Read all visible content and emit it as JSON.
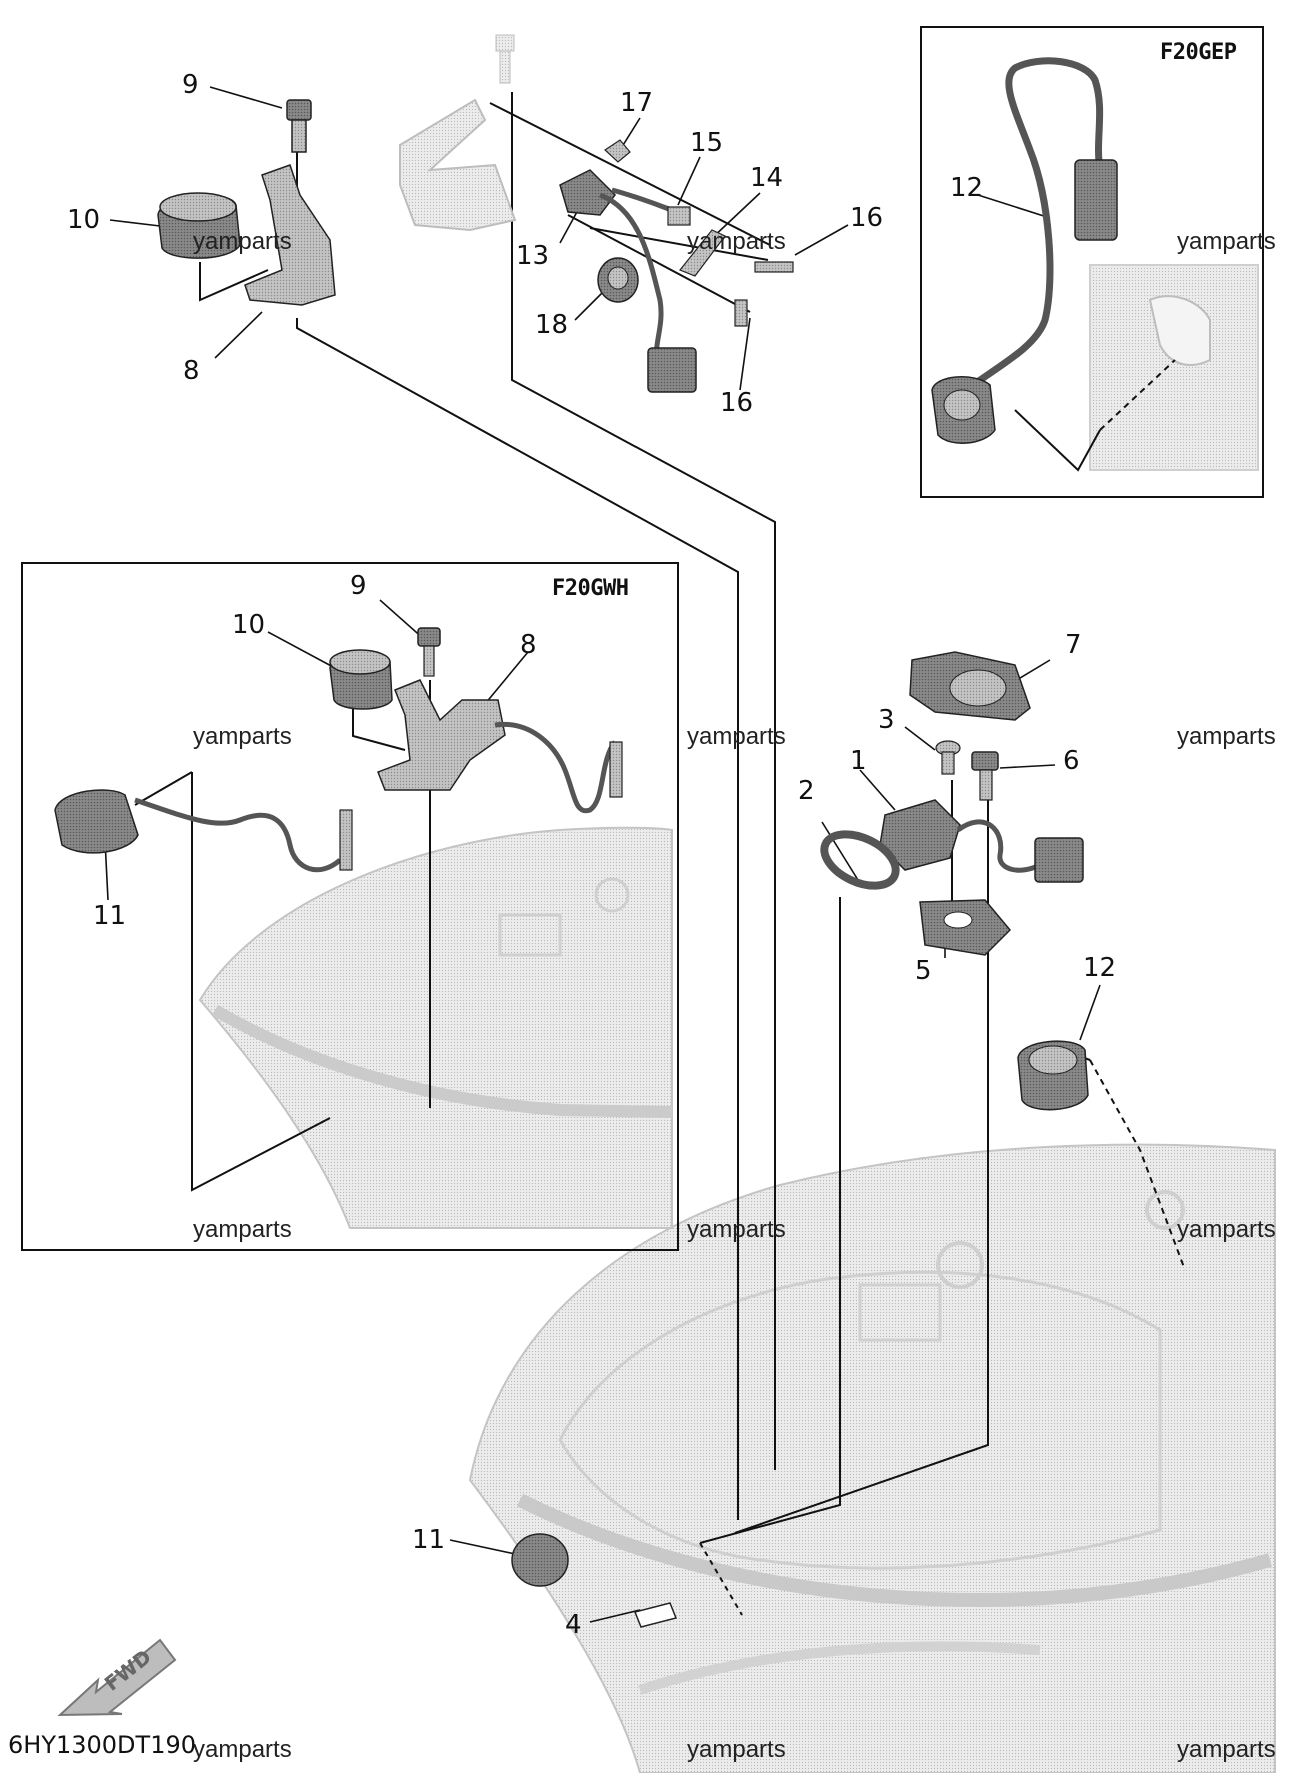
{
  "diagram": {
    "code": "6HY1300DT190",
    "watermark": "yamparts",
    "direction_marker": "FWD"
  },
  "insets": {
    "f20gep": {
      "label": "F20GEP",
      "callouts": [
        "12"
      ]
    },
    "f20gwh": {
      "label": "F20GWH",
      "callouts": [
        "9",
        "10",
        "8",
        "11"
      ]
    }
  },
  "callouts": {
    "main_top_left": [
      "9",
      "10",
      "8"
    ],
    "main_top_center": [
      "17",
      "15",
      "14",
      "16",
      "13",
      "18",
      "16"
    ],
    "main_right": [
      "7",
      "3",
      "1",
      "6",
      "2",
      "5",
      "12"
    ],
    "main_bottom": [
      "11",
      "4"
    ]
  },
  "colors": {
    "line": "#111111",
    "part_fill": "#9a9a9a",
    "ghost_fill": "#e6e6e6",
    "ghost_stroke": "#bdbdbd"
  }
}
